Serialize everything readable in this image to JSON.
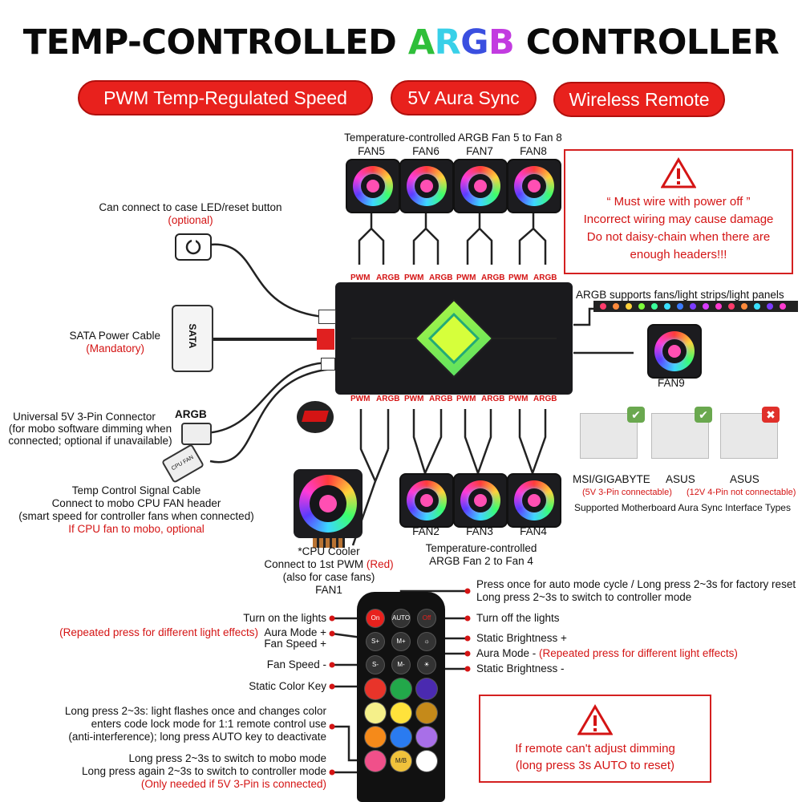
{
  "title": {
    "part1": "TEMP-CONTROLLED ",
    "A": "A",
    "R": "R",
    "G": "G",
    "B": "B",
    "part2": " CONTROLLER"
  },
  "pills": [
    "PWM Temp-Regulated Speed",
    "5V Aura Sync",
    "Wireless Remote"
  ],
  "top_fans": {
    "caption": "Temperature-controlled ARGB Fan 5 to Fan 8",
    "labels": [
      "FAN5",
      "FAN6",
      "FAN7",
      "FAN8"
    ]
  },
  "warning_top": {
    "icon": "warning-triangle-icon",
    "line1": "“ Must wire with power off ”",
    "line2": "Incorrect wiring may cause damage",
    "line3": "Do not daisy-chain when there are",
    "line4": "enough headers!!!"
  },
  "ports_top": [
    "PWM",
    "ARGB",
    "PWM",
    "ARGB",
    "PWM",
    "ARGB",
    "PWM",
    "ARGB"
  ],
  "ports_bottom": [
    "PWM",
    "ARGB",
    "PWM",
    "ARGB",
    "PWM",
    "ARGB",
    "PWM",
    "ARGB"
  ],
  "left": {
    "led_reset": "Can connect to case LED/reset button",
    "led_reset_note": "(optional)",
    "sata": "SATA Power Cable",
    "sata_note": "(Mandatory)",
    "sata_plug": "SATA",
    "argb_tag": "ARGB",
    "universal_1": "Universal 5V 3-Pin Connector",
    "universal_2": "(for mobo software dimming when",
    "universal_3": "connected; optional if unavailable)",
    "cpufan_plug": "CPU FAN",
    "temp_1": "Temp Control Signal Cable",
    "temp_2": "Connect to mobo CPU FAN header",
    "temp_3": "(smart speed for controller fans when connected)",
    "temp_4": "If CPU fan to mobo, optional"
  },
  "right": {
    "argb_strip": "ARGB supports fans/light strips/light panels",
    "fan9": "FAN9"
  },
  "mobo": {
    "m1": "MSI/GIGABYTE",
    "m1_note": "(5V 3-Pin connectable)",
    "m2": "ASUS",
    "m3": "ASUS",
    "m3_note": "(12V 4-Pin not connectable)",
    "caption": "Supported Motherboard Aura Sync Interface Types",
    "ok_color": "#6aa84f",
    "bad_color": "#e0302a"
  },
  "bottom_fans": {
    "labels": [
      "FAN2",
      "FAN3",
      "FAN4"
    ],
    "caption1": "Temperature-controlled",
    "caption2": "ARGB Fan 2 to Fan 4"
  },
  "cpu": {
    "line1": "*CPU Cooler",
    "line2": "Connect to 1st PWM ",
    "line2_red": "(Red)",
    "line3": "(also for case fans)",
    "line4": "FAN1"
  },
  "remote_keys": {
    "on": "On",
    "auto": "AUTO",
    "off": "Off",
    "sp": "S+",
    "mp": "M+",
    "sm": "S-",
    "mm": "M-",
    "mb": "M/B"
  },
  "remote_left": {
    "turn_on": "Turn on the lights",
    "repeat_note": "(Repeated press for different light effects)",
    "aura_plus": "Aura Mode +",
    "fan_plus": "Fan Speed +",
    "fan_minus": "Fan Speed -",
    "static_color": "Static Color Key",
    "lock1": "Long press 2~3s: light flashes once and changes color",
    "lock2": "enters code lock mode for 1:1 remote control use",
    "lock3": "(anti-interference); long press AUTO key to deactivate",
    "mb1": "Long press 2~3s to switch to mobo mode",
    "mb2": "Long press again 2~3s to switch to controller mode",
    "mb3": "(Only needed if 5V 3-Pin is connected)"
  },
  "remote_right": {
    "auto1": "Press once for auto mode cycle / Long press 2~3s for factory reset",
    "auto2": "Long press 2~3s to switch to controller mode",
    "off": "Turn off the lights",
    "bright_plus": "Static Brightness +",
    "aura_minus": "Aura Mode - ",
    "aura_minus_note": "(Repeated press for different light effects)",
    "bright_minus": "Static Brightness -"
  },
  "warning_bottom": {
    "icon": "warning-triangle-icon",
    "line1": "If remote can't adjust dimming",
    "line2": "(long press 3s AUTO to reset)"
  },
  "colors": {
    "accent_red": "#e8211d",
    "text_red": "#d41414"
  }
}
